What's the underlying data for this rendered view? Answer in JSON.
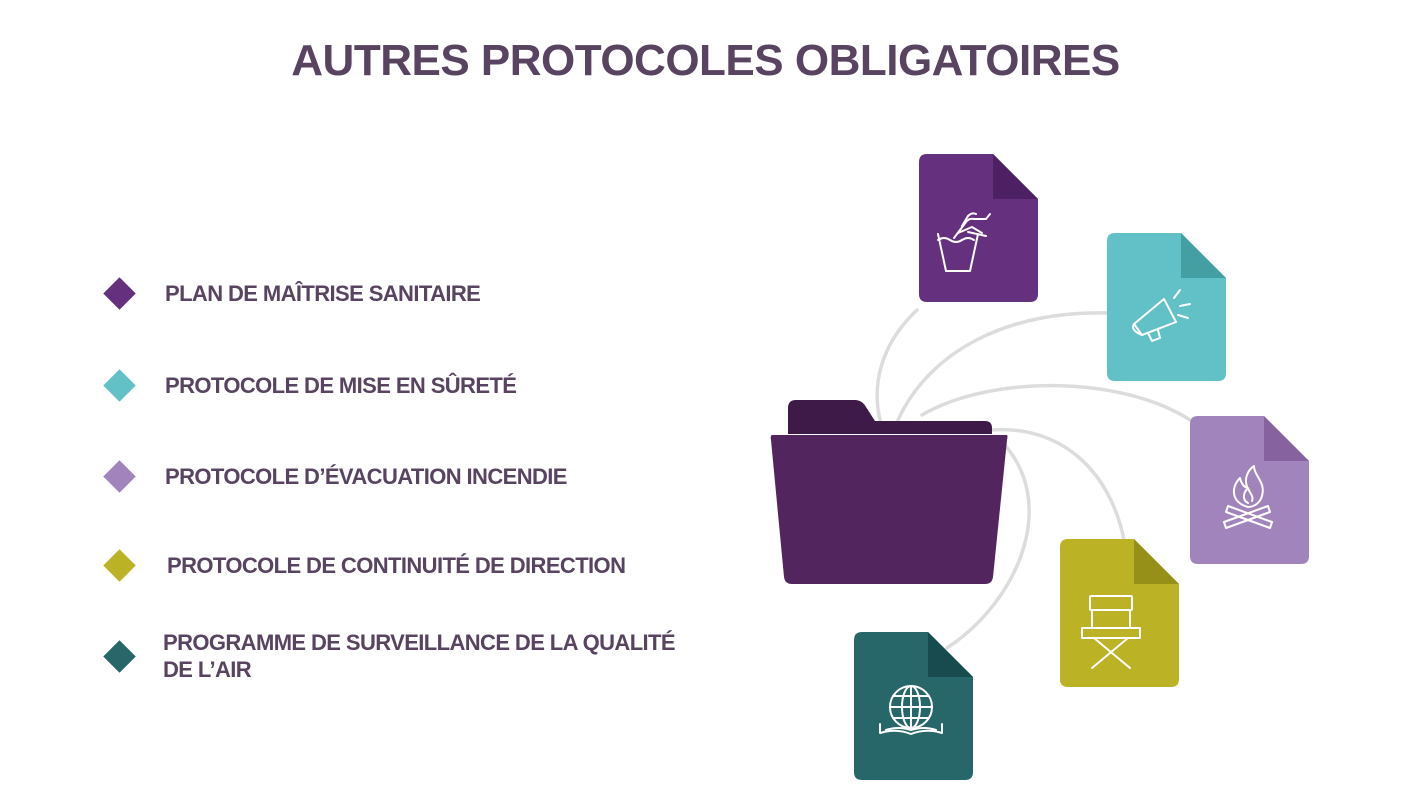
{
  "title": "AUTRES PROTOCOLES OBLIGATOIRES",
  "colors": {
    "title_text": "#584460",
    "purple": "#65317f",
    "teal": "#61c1c6",
    "lavender": "#a284bc",
    "olive": "#bbb325",
    "dark_teal": "#276769",
    "folder": "#52255f",
    "folder_tab": "#3e1a49",
    "connector": "#dcdcdc"
  },
  "protocols": [
    {
      "label": "PLAN DE MAÎTRISE SANITAIRE",
      "color": "#65317f",
      "icon": "hand-washing-icon"
    },
    {
      "label": "PROTOCOLE DE MISE EN SÛRETÉ",
      "color": "#61c1c6",
      "icon": "megaphone-icon"
    },
    {
      "label": "PROTOCOLE D’ÉVACUATION INCENDIE",
      "color": "#a284bc",
      "icon": "fire-icon"
    },
    {
      "label": "PROTOCOLE DE CONTINUITÉ DE DIRECTION",
      "color": "#bbb325",
      "icon": "director-chair-icon"
    },
    {
      "label": "PROGRAMME DE SURVEILLANCE DE LA QUALITÉ DE L’AIR",
      "color": "#276769",
      "icon": "globe-book-icon"
    }
  ]
}
